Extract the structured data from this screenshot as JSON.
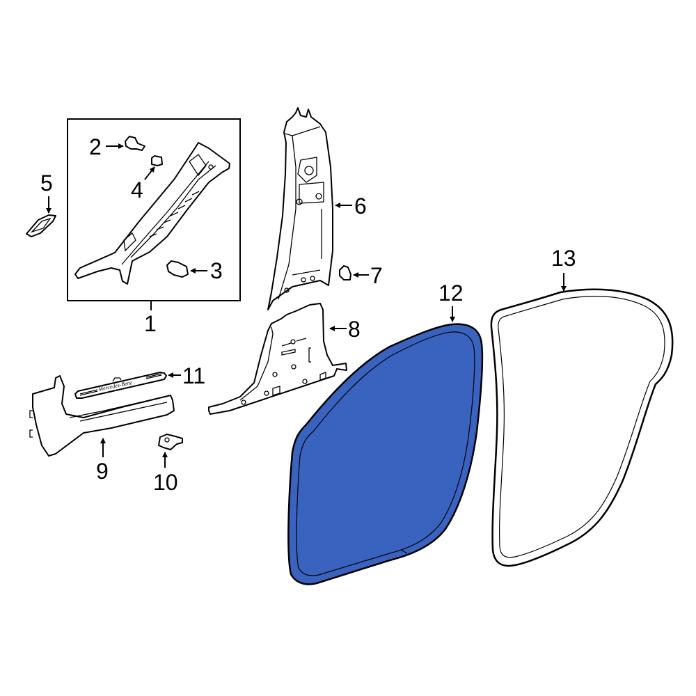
{
  "diagram": {
    "type": "exploded-parts-diagram",
    "highlight_color": "#3a63c0",
    "outline_color": "#000000",
    "highlighted_part": "12",
    "callouts": [
      {
        "id": "1",
        "label": "1"
      },
      {
        "id": "2",
        "label": "2"
      },
      {
        "id": "3",
        "label": "3"
      },
      {
        "id": "4",
        "label": "4"
      },
      {
        "id": "5",
        "label": "5"
      },
      {
        "id": "6",
        "label": "6"
      },
      {
        "id": "7",
        "label": "7"
      },
      {
        "id": "8",
        "label": "8"
      },
      {
        "id": "9",
        "label": "9"
      },
      {
        "id": "10",
        "label": "10"
      },
      {
        "id": "11",
        "label": "11"
      },
      {
        "id": "12",
        "label": "12"
      },
      {
        "id": "13",
        "label": "13"
      }
    ],
    "sill_plate_text": "Mercedes-Benz"
  }
}
